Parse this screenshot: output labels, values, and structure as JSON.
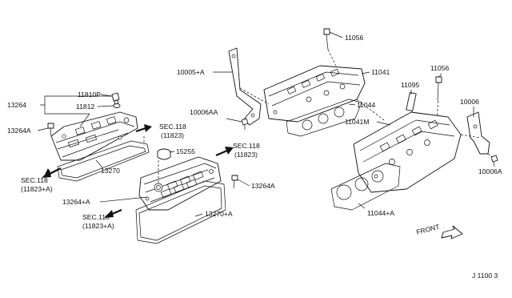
{
  "diagram": {
    "parts": {
      "p13264": "13264",
      "p11810p": "11810P",
      "p11812": "11812",
      "p13264a_left": "13264A",
      "sec118_left_a": "SEC.118",
      "sec118_left_b": "(11823+A)",
      "p13270": "13270",
      "sec118_mid_a": "SEC.118",
      "sec118_mid_b": "(11823)",
      "p15255": "15255",
      "sec118_right_a": "SEC.118",
      "sec118_right_b": "(11823)",
      "p13264a_right": "13264A",
      "p13264plusa": "13264+A",
      "sec118_bottom_a": "SEC.118",
      "sec118_bottom_b": "(11823+A)",
      "p13270plusa": "13270+A",
      "p10005plusa": "10005+A",
      "p10006aa": "10006AA",
      "p11056_top": "11056",
      "p11041": "11041",
      "p11044": "11044",
      "p11095": "11095",
      "p11056_right": "11056",
      "p11041m": "11041M",
      "p10006": "10006",
      "p10006a": "10006A",
      "p11044plusa": "11044+A",
      "front": "FRONT",
      "code": "J 1100 3"
    }
  }
}
